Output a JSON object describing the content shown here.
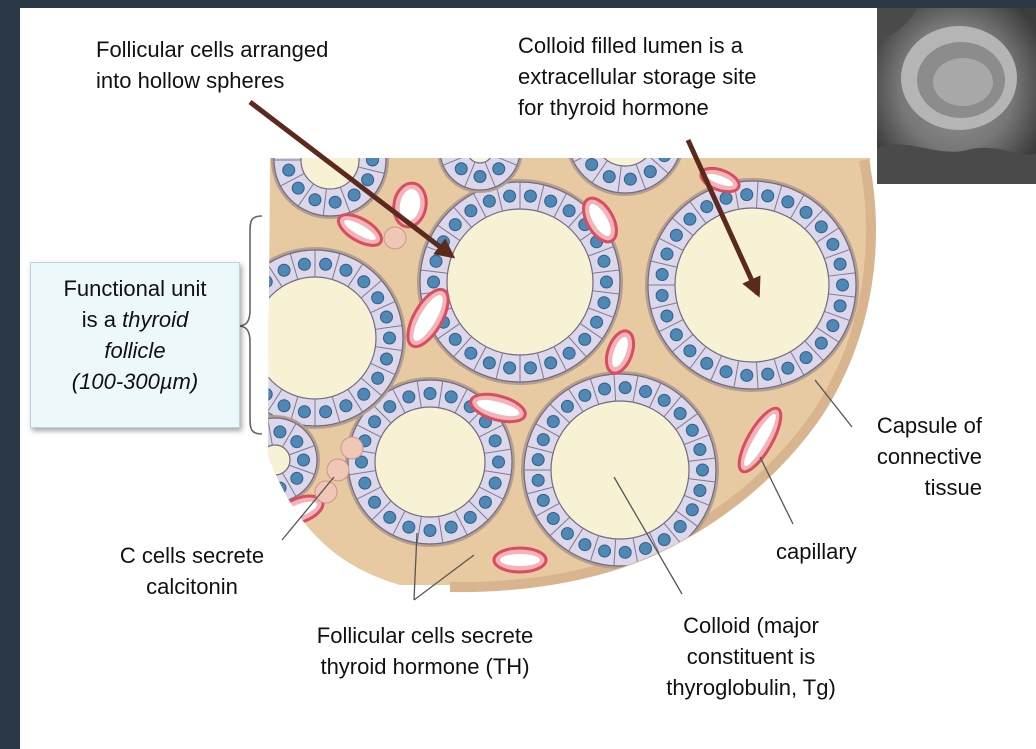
{
  "colors": {
    "background": "#2b3947",
    "panel": "#ffffff",
    "tissue": "#e7caa2",
    "capsule": "#d8b58e",
    "colloid": "#f7f2d4",
    "cell": "#dcd7ea",
    "nucleus": "#4f87b5",
    "capillary": "#d84d5f",
    "c_cell": "#f0c6b6",
    "arrow": "#5c2a1d",
    "label_box": "#edf8fb"
  },
  "labels": {
    "follicular_spheres": [
      "Follicular cells arranged",
      "into hollow spheres"
    ],
    "colloid_lumen": [
      "Colloid filled lumen is a",
      "extracellular storage site",
      "for thyroid hormone"
    ],
    "functional_unit": {
      "line1": "Functional unit",
      "line2_plain": "is a ",
      "line2_italic": "thyroid",
      "line3": "follicle",
      "line4": "(100-300µm)"
    },
    "capsule": [
      "Capsule of",
      "connective",
      "tissue"
    ],
    "capillary": "capillary",
    "c_cells": [
      "C cells secrete",
      "calcitonin"
    ],
    "follicular_secrete": [
      "Follicular cells secrete",
      "thyroid hormone (TH)"
    ],
    "colloid_major": [
      "Colloid (major",
      "constituent is",
      "thyroglobulin, Tg)"
    ]
  },
  "icons": {
    "micrograph": "sem-micrograph-image",
    "bracket": "curly-brace-icon"
  }
}
